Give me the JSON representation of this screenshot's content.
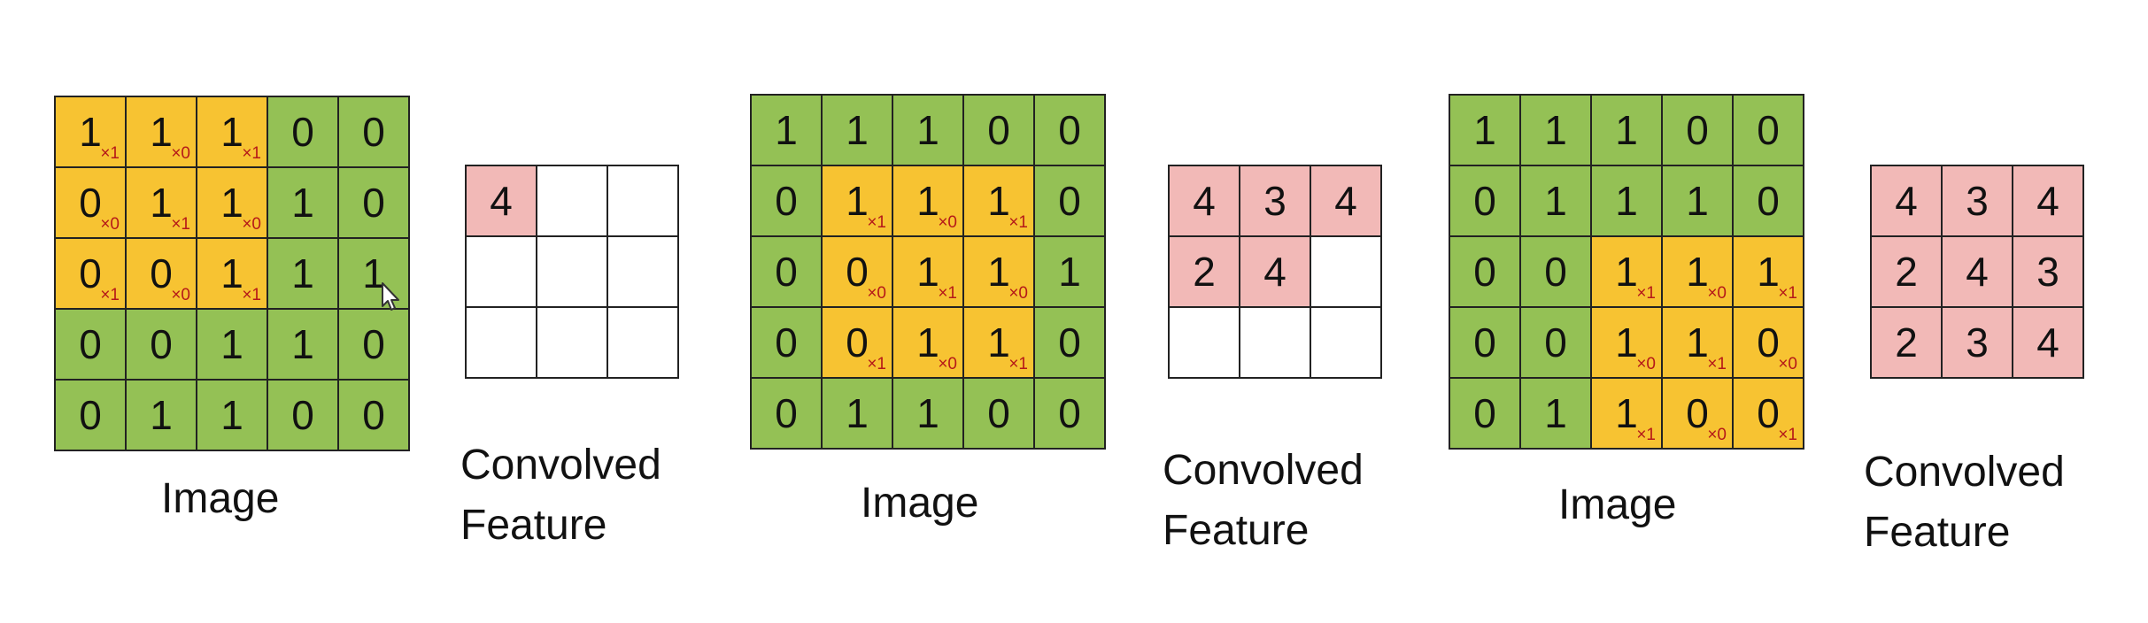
{
  "panels": [
    {
      "image": {
        "label": "Image",
        "cells": [
          [
            {
              "v": "1",
              "w": "×1"
            },
            {
              "v": "1",
              "w": "×0"
            },
            {
              "v": "1",
              "w": "×1"
            },
            {
              "v": "0"
            },
            {
              "v": "0"
            }
          ],
          [
            {
              "v": "0",
              "w": "×0"
            },
            {
              "v": "1",
              "w": "×1"
            },
            {
              "v": "1",
              "w": "×0"
            },
            {
              "v": "1"
            },
            {
              "v": "0"
            }
          ],
          [
            {
              "v": "0",
              "w": "×1"
            },
            {
              "v": "0",
              "w": "×0"
            },
            {
              "v": "1",
              "w": "×1"
            },
            {
              "v": "1"
            },
            {
              "v": "1"
            }
          ],
          [
            {
              "v": "0"
            },
            {
              "v": "0"
            },
            {
              "v": "1"
            },
            {
              "v": "1"
            },
            {
              "v": "0"
            }
          ],
          [
            {
              "v": "0"
            },
            {
              "v": "1"
            },
            {
              "v": "1"
            },
            {
              "v": "0"
            },
            {
              "v": "0"
            }
          ]
        ]
      },
      "feature": {
        "label_line1": "Convolved",
        "label_line2": "Feature",
        "cells": [
          [
            "4",
            "",
            ""
          ],
          [
            "",
            "",
            ""
          ],
          [
            "",
            "",
            ""
          ]
        ]
      }
    },
    {
      "image": {
        "label": "Image",
        "cells": [
          [
            {
              "v": "1"
            },
            {
              "v": "1"
            },
            {
              "v": "1"
            },
            {
              "v": "0"
            },
            {
              "v": "0"
            }
          ],
          [
            {
              "v": "0"
            },
            {
              "v": "1",
              "w": "×1"
            },
            {
              "v": "1",
              "w": "×0"
            },
            {
              "v": "1",
              "w": "×1"
            },
            {
              "v": "0"
            }
          ],
          [
            {
              "v": "0"
            },
            {
              "v": "0",
              "w": "×0"
            },
            {
              "v": "1",
              "w": "×1"
            },
            {
              "v": "1",
              "w": "×0"
            },
            {
              "v": "1"
            }
          ],
          [
            {
              "v": "0"
            },
            {
              "v": "0",
              "w": "×1"
            },
            {
              "v": "1",
              "w": "×0"
            },
            {
              "v": "1",
              "w": "×1"
            },
            {
              "v": "0"
            }
          ],
          [
            {
              "v": "0"
            },
            {
              "v": "1"
            },
            {
              "v": "1"
            },
            {
              "v": "0"
            },
            {
              "v": "0"
            }
          ]
        ]
      },
      "feature": {
        "label_line1": "Convolved",
        "label_line2": "Feature",
        "cells": [
          [
            "4",
            "3",
            "4"
          ],
          [
            "2",
            "4",
            ""
          ],
          [
            "",
            "",
            ""
          ]
        ]
      }
    },
    {
      "image": {
        "label": "Image",
        "cells": [
          [
            {
              "v": "1"
            },
            {
              "v": "1"
            },
            {
              "v": "1"
            },
            {
              "v": "0"
            },
            {
              "v": "0"
            }
          ],
          [
            {
              "v": "0"
            },
            {
              "v": "1"
            },
            {
              "v": "1"
            },
            {
              "v": "1"
            },
            {
              "v": "0"
            }
          ],
          [
            {
              "v": "0"
            },
            {
              "v": "0"
            },
            {
              "v": "1",
              "w": "×1"
            },
            {
              "v": "1",
              "w": "×0"
            },
            {
              "v": "1",
              "w": "×1"
            }
          ],
          [
            {
              "v": "0"
            },
            {
              "v": "0"
            },
            {
              "v": "1",
              "w": "×0"
            },
            {
              "v": "1",
              "w": "×1"
            },
            {
              "v": "0",
              "w": "×0"
            }
          ],
          [
            {
              "v": "0"
            },
            {
              "v": "1"
            },
            {
              "v": "1",
              "w": "×1"
            },
            {
              "v": "0",
              "w": "×0"
            },
            {
              "v": "0",
              "w": "×1"
            }
          ]
        ]
      },
      "feature": {
        "label_line1": "Convolved",
        "label_line2": "Feature",
        "cells": [
          [
            "4",
            "3",
            "4"
          ],
          [
            "2",
            "4",
            "3"
          ],
          [
            "2",
            "3",
            "4"
          ]
        ]
      }
    }
  ],
  "colors": {
    "green": "#94c155",
    "yellow": "#f7c332",
    "pink": "#f2b9b7",
    "weight_red": "#b51919"
  },
  "icons": {
    "cursor": "mouse-pointer-icon"
  }
}
